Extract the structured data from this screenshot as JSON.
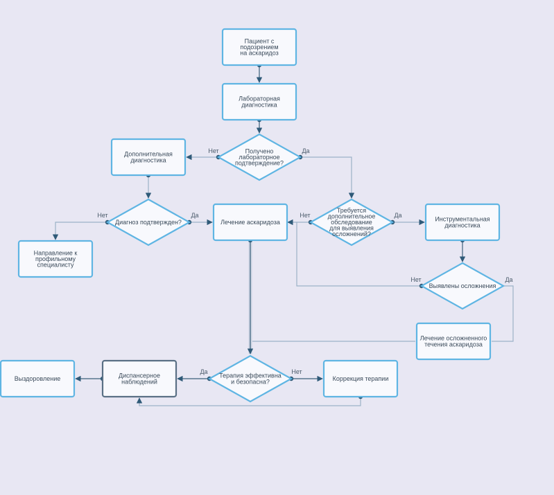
{
  "colors": {
    "background": "#e8e7f3",
    "node_fill": "#f8f9fd",
    "node_border": "#5fb5e3",
    "node_border_highlight": "#5a7085",
    "connector": "#9bb2c7",
    "connector_strong": "#3a5f7a",
    "dot": "#2f5a78"
  },
  "nodes": {
    "patient": [
      "Пациент с",
      "подозрением",
      "на аскаридоз"
    ],
    "lab": [
      "Лабораторная",
      "диагностика"
    ],
    "lab_confirm": [
      "Получено",
      "лабораторное",
      "подтверждение?"
    ],
    "extra_diag": [
      "Дополнительная",
      "диагностика"
    ],
    "diag_confirm": [
      "Диагноз подтвержден?"
    ],
    "referral": [
      "Направление к",
      "профильному",
      "специалисту"
    ],
    "treatment": [
      "Лечение аскаридоза"
    ],
    "extra_exam": [
      "Требуется",
      "дополнительное",
      "обследование",
      "для выявления",
      "осложнений?"
    ],
    "instrumental": [
      "Инструментальная",
      "диагностика"
    ],
    "complications": [
      "Выявлены осложнения"
    ],
    "complicated_treatment": [
      "Лечение осложненного",
      "течения аскаридоза"
    ],
    "therapy_effective": [
      "Терапия эффективна",
      "и безопасна?"
    ],
    "correction": [
      "Коррекция терапии"
    ],
    "followup": [
      "Диспансерное",
      "наблюдений"
    ],
    "recovery": [
      "Выздоровление"
    ]
  },
  "labels": {
    "no": "Нет",
    "yes": "Да"
  }
}
